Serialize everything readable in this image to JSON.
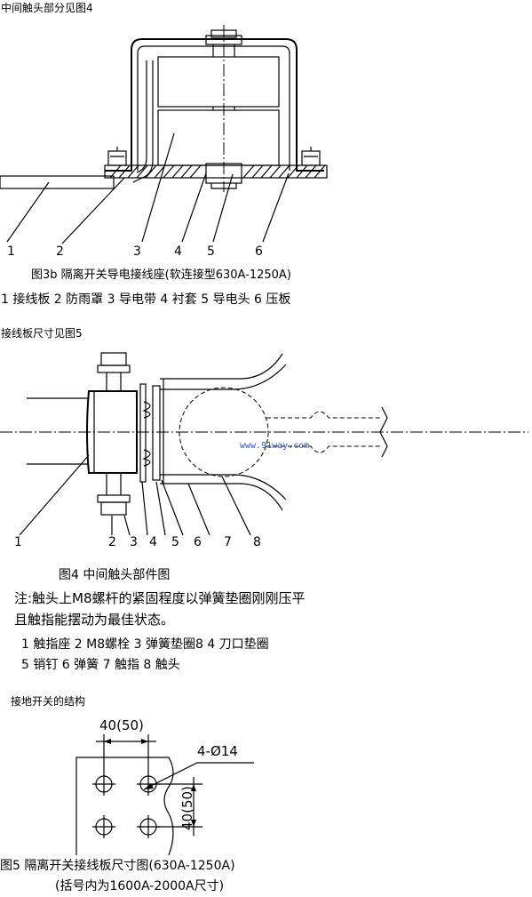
{
  "fig3": {
    "header": "中间触头部分见图4",
    "callouts": [
      "1",
      "2",
      "3",
      "4",
      "5",
      "6"
    ],
    "caption": "图3b 隔离开关导电接线座(软连接型630A-1250A)",
    "legend": "1 接线板 2 防雨罩 3 导电带 4 衬套 5 导电头 6 压板"
  },
  "fig4": {
    "header": "接线板尺寸见图5",
    "callouts": [
      "1",
      "2",
      "3",
      "4",
      "5",
      "6",
      "7",
      "8"
    ],
    "watermark": "www.91way.com",
    "caption": "图4  中间触头部件图",
    "note_line1": "注:触头上M8螺杆的紧固程度以弹簧垫圈刚刚压平",
    "note_line2": "且触指能摆动为最佳状态。",
    "legend_line1": "1 触指座 2 M8螺栓 3 弹簧垫圈8 4 刀口垫圈",
    "legend_line2": "5 销钉 6 弹簧 7 触指 8 触头"
  },
  "fig5": {
    "header": "接地开关的结构",
    "dim_horizontal": "40(50)",
    "dim_holes": "4-Ø14",
    "dim_vertical": "40(50)",
    "caption": "图5 隔离开关接线板尺寸图(630A-1250A)",
    "subcaption": "(括号内为1600A-2000A尺寸)"
  }
}
